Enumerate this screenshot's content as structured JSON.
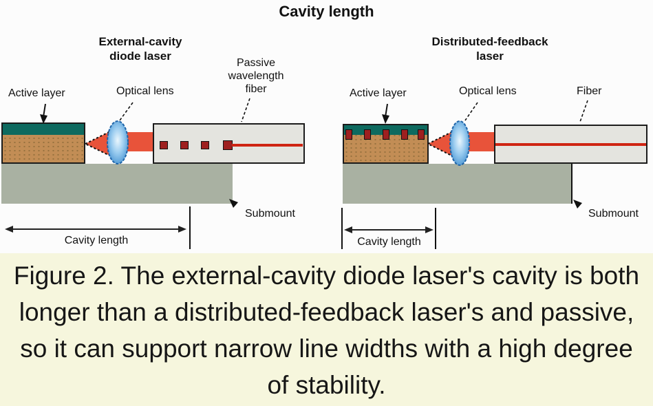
{
  "title": "Cavity length",
  "left_panel": {
    "heading": "External-cavity\ndiode laser",
    "active_layer_label": "Active layer",
    "optical_lens_label": "Optical lens",
    "fiber_label": "Passive\nwavelength\nfiber",
    "submount_label": "Submount",
    "cavity_label": "Cavity length"
  },
  "right_panel": {
    "heading": "Distributed-feedback\nlaser",
    "active_layer_label": "Active layer",
    "optical_lens_label": "Optical lens",
    "fiber_label": "Fiber",
    "submount_label": "Submount",
    "cavity_label": "Cavity length"
  },
  "caption": {
    "lines": [
      "Figure 2. The external-cavity diode laser's cavity is both",
      "longer than a distributed-feedback laser's and passive,",
      "so it can support narrow line widths with a high degree",
      "of stability."
    ]
  },
  "colors": {
    "teal_layer": "#0e6a5f",
    "gain_chip_brown": "#c28d55",
    "beam_red": "#e8533a",
    "grating_red": "#9e2020",
    "lens_blue": "#4a97d4",
    "fiber_gray": "#e4e4df",
    "submount_gray": "#a9b1a2",
    "caption_background": "#f6f6dd"
  }
}
